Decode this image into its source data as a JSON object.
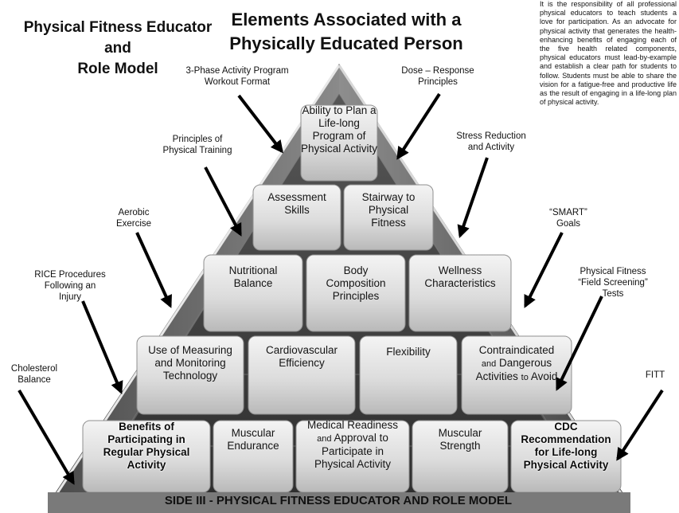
{
  "titles": {
    "left_line1": "Physical Fitness Educator",
    "left_line2": "and",
    "left_line3": "Role Model",
    "main_line1": "Elements Associated with a",
    "main_line2": "Physically Educated Person"
  },
  "paragraph": "It is the responsibility of all professional physical educators to teach students a love for participation. As an advocate for physical activity that generates the health-enhancing benefits of engaging each of the five health related components, physical educators must lead-by-example and establish a clear path for students to follow. Students must be able to share the vision for a fatigue-free and productive life as the result of engaging in a life-long plan of physical activity.",
  "labels": {
    "three_phase_1": "3-Phase Activity Program",
    "three_phase_2": "Workout Format",
    "dose_1": "Dose – Response",
    "dose_2": "Principles",
    "principles_1": "Principles of",
    "principles_2": "Physical Training",
    "stress_1": "Stress Reduction",
    "stress_2": "and Activity",
    "aerobic_1": "Aerobic",
    "aerobic_2": "Exercise",
    "smart_1": "“SMART”",
    "smart_2": "Goals",
    "rice_1": "RICE Procedures",
    "rice_2": "Following an",
    "rice_3": "Injury",
    "field_1": "Physical Fitness",
    "field_2": "“Field Screening”",
    "field_3": "Tests",
    "cholesterol_1": "Cholesterol",
    "cholesterol_2": "Balance",
    "fitt": "FITT"
  },
  "blocks": {
    "r1_1": "Ability to Plan a",
    "r1_2": "Life-long",
    "r1_3": "Program of",
    "r1_4": "Physical Activity",
    "r2a_1": "Assessment",
    "r2a_2": "Skills",
    "r2b_1": "Stairway to",
    "r2b_2": "Physical",
    "r2b_3": "Fitness",
    "r3a_1": "Nutritional",
    "r3a_2": "Balance",
    "r3b_1": "Body",
    "r3b_2": "Composition",
    "r3b_3": "Principles",
    "r3c_1": "Wellness",
    "r3c_2": "Characteristics",
    "r4a_1": "Use of Measuring",
    "r4a_2": "and Monitoring",
    "r4a_3": "Technology",
    "r4b_1": "Cardiovascular",
    "r4b_2": "Efficiency",
    "r4c": "Flexibility",
    "r4d_1": "Contraindicated",
    "r4d_2a": "and",
    "r4d_2b": "Dangerous",
    "r4d_3a": "Activities",
    "r4d_3b": "to",
    "r4d_3c": "Avoid",
    "r5a_1": "Benefits of",
    "r5a_2": "Participating in",
    "r5a_3": "Regular Physical",
    "r5a_4": "Activity",
    "r5b_1": "Muscular",
    "r5b_2": "Endurance",
    "r5c_1": "Medical Readiness",
    "r5c_2a": "and",
    "r5c_2b": "Approval to",
    "r5c_3": "Participate in",
    "r5c_4": "Physical Activity",
    "r5d_1": "Muscular",
    "r5d_2": "Strength",
    "r5e_1": "CDC",
    "r5e_2": "Recommendation",
    "r5e_3": "for Life-long",
    "r5e_4": "Physical Activity"
  },
  "banner": "SIDE III  -  PHYSICAL FITNESS EDUCATOR AND ROLE MODEL"
}
